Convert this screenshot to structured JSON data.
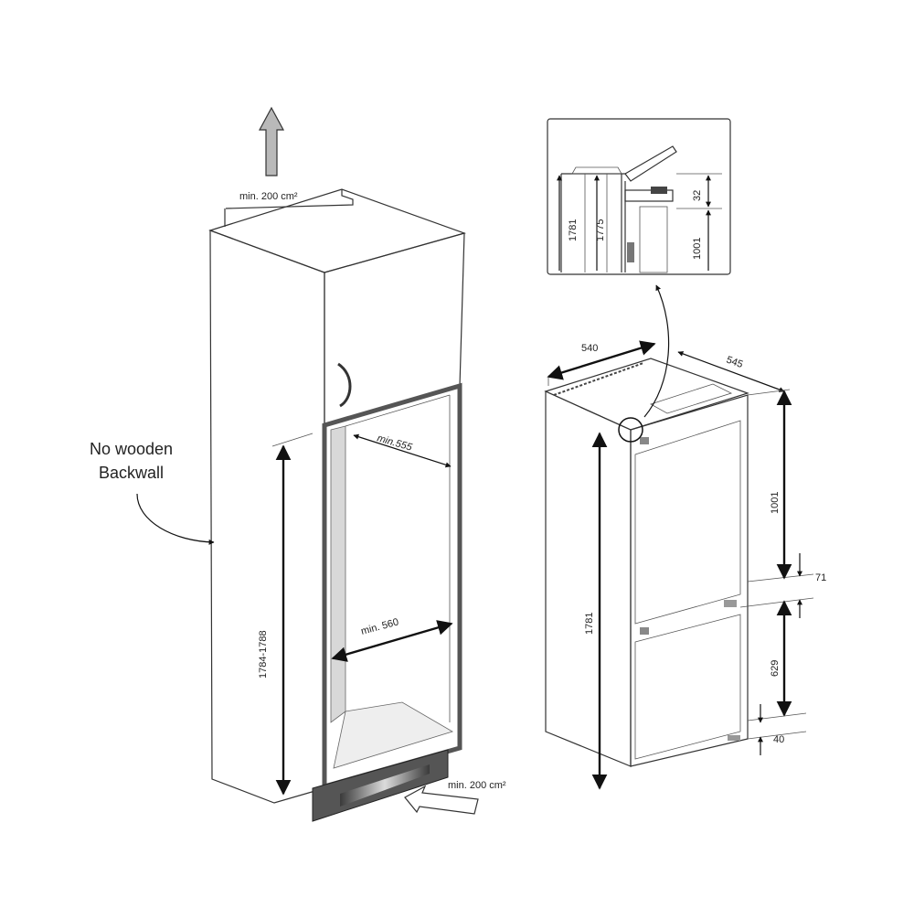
{
  "cabinet": {
    "vent_top_label": "min. 200 cm²",
    "vent_bottom_label": "min. 200 cm²",
    "depth_label": "min.555",
    "width_label": "min. 560",
    "niche_height_label": "1784-1788",
    "backwall_note_line1": "No wooden",
    "backwall_note_line2": "Backwall"
  },
  "appliance": {
    "width_label": "540",
    "depth_label": "545",
    "total_height_label": "1781",
    "upper_door_label": "1001",
    "gap_label": "71",
    "lower_door_label": "629",
    "bottom_label": "40"
  },
  "detail": {
    "height_a_label": "1781",
    "height_b_label": "1775",
    "offset_label": "32",
    "door_label": "1001"
  },
  "colors": {
    "cabinet_fill": "#e6e6e6",
    "upper_door_fill": "#a9a9a9",
    "vent_grille_fill": "#555555",
    "line": "#333333"
  }
}
